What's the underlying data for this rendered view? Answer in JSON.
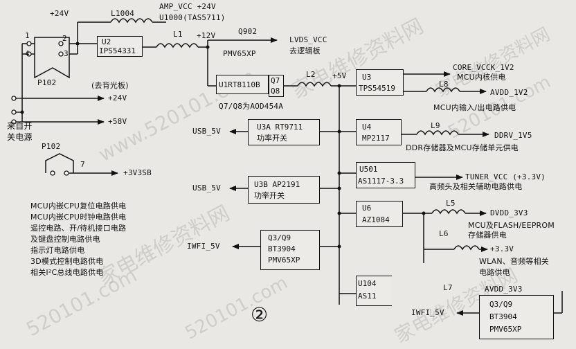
{
  "labels": {
    "vcc24": "+24V",
    "l1004": "L1004",
    "amp_vcc": "AMP_VCC +24V",
    "u1000": "U1000(TAS5711)",
    "l1": "L1",
    "v12": "+12V",
    "q902": "Q902",
    "pmv65xp_a": "PMV65XP",
    "lvds_vcc": "LVDS_VCC",
    "lvds_dest": "去逻辑板",
    "p1_1": "1",
    "p1_2": "2",
    "p1_3": "3",
    "p1_4": "4",
    "p102_a": "P102",
    "backlight": "(去背光板)",
    "vcc24_b": "+24V",
    "v58": "+58V",
    "power_src_1": "来自开",
    "power_src_2": "关电源",
    "l2": "L2",
    "v5": "+5V",
    "q7q8_note": "Q7/Q8为AOD454A",
    "core_vcck": "CORE_VCCK_1V2",
    "mcu_core": "MCU内核供电",
    "l8": "L8",
    "avdd_1v2": "AVDD_1V2",
    "mcu_io": "MCU内输入/出电路供电",
    "usb_5v_a": "USB_5V",
    "l9": "L9",
    "ddrv": "DDRV_1V5",
    "ddr_desc": "DDR存储器及MCU存储单元供电",
    "p102_b": "P102",
    "pin7": "7",
    "v3v3sb": "+3V3SB",
    "tuner_vcc": "TUNER_VCC (+3.3V)",
    "tuner_desc": "高频头及相关辅助电路供电",
    "usb_5v_b": "USB_5V",
    "l5": "L5",
    "dvdd": "DVDD_3V3",
    "flash_desc_1": "MCU及FLASH/EEPROM",
    "flash_desc_2": "存储器供电",
    "l6": "L6",
    "iwfi_a": "IWFI_5V",
    "v3v3": "+3.3V",
    "wlan_desc_1": "WLAN、音频等相关",
    "wlan_desc_2": "电路供电",
    "l7": "L7",
    "avdd_3v3": "AVDD_3V3",
    "iwfi_b": "IWFI_5V",
    "fig_num": "②",
    "notes": [
      "MCU内嵌CPU复位电路供电",
      "MCU内嵌CPU时钟电路供电",
      "遥控电路、开/待机接口电路",
      "及键盘控制电路供电",
      "指示灯电路供电",
      "3D模式控制电路供电",
      "相关I²C总线电路供电"
    ]
  },
  "boxes": {
    "u2": [
      "U2",
      "IPS54331"
    ],
    "u1": [
      "U1RT8110B"
    ],
    "q7q8": [
      "Q7",
      "Q8"
    ],
    "u3": [
      "U3",
      "TPS54519"
    ],
    "u3a": [
      "U3A RT9711",
      "功率开关"
    ],
    "u4": [
      "U4",
      "MP2117"
    ],
    "u501": [
      "U501",
      "AS1117-3.3"
    ],
    "u3b": [
      "U3B AP2191",
      "功率开关"
    ],
    "u6": [
      "U6",
      "AZ1084"
    ],
    "q3q9_a": [
      "Q3/Q9",
      "BT3904",
      "PMV65XP"
    ],
    "u104": [
      "U104",
      "AS11"
    ],
    "q3q9_b": [
      "Q3/Q9",
      "BT3904",
      "PMV65XP"
    ]
  },
  "watermarks": [
    "家电维修资料网",
    "www.520101.com",
    "家电维修资料网",
    "520101.com",
    "家电维修资料网",
    "520101.com",
    "家电维修资料网",
    "520101.com"
  ]
}
